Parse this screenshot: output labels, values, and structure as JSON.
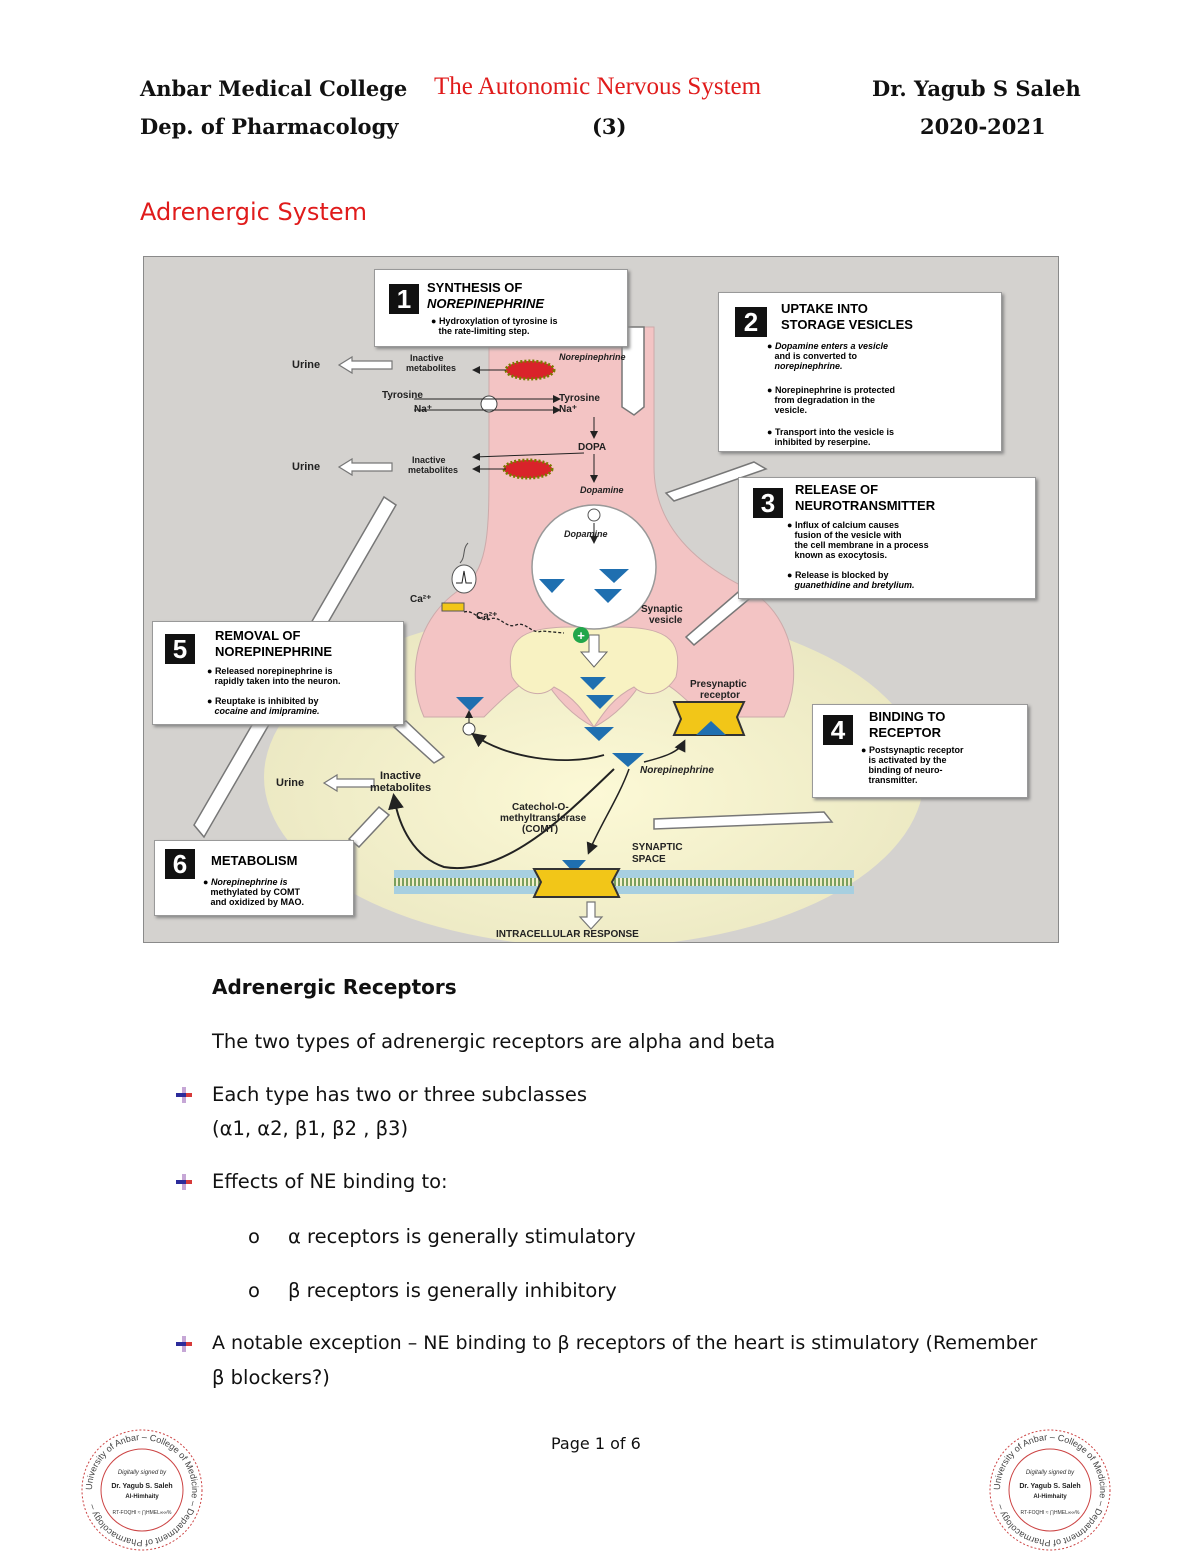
{
  "header": {
    "college": "Anbar Medical College",
    "department": "Dep. of Pharmacology",
    "course_title": "The Autonomic Nervous System",
    "lecture_number": "(3)",
    "author": "Dr. Yagub S Saleh",
    "year": "2020-2021"
  },
  "section_title": "Adrenergic System",
  "figure": {
    "box1": {
      "number": "1",
      "title1": "SYNTHESIS OF",
      "title2": "NOREPINEPHRINE",
      "bullets": [
        "Hydroxylation of tyrosine is",
        "the rate-limiting step."
      ]
    },
    "box2": {
      "number": "2",
      "title1": "UPTAKE INTO",
      "title2": "STORAGE VESICLES",
      "b1": [
        "Dopamine enters a vesicle",
        "and is converted to",
        "norepinephrine."
      ],
      "b2": [
        "Norepinephrine is protected",
        "from degradation in the",
        "vesicle."
      ],
      "b3": [
        "Transport into the vesicle is",
        "inhibited by reserpine."
      ]
    },
    "box3": {
      "number": "3",
      "title1": "RELEASE OF",
      "title2": "NEUROTRANSMITTER",
      "b1": [
        "Influx of calcium causes",
        "fusion of the vesicle with",
        "the cell membrane in a process",
        "known as exocytosis."
      ],
      "b2": [
        "Release is blocked by",
        "guanethidine and bretylium."
      ]
    },
    "box4": {
      "number": "4",
      "title1": "BINDING TO",
      "title2": "RECEPTOR",
      "b1": [
        "Postsynaptic receptor",
        "is activated by the",
        "binding of neuro-",
        "transmitter."
      ]
    },
    "box5": {
      "number": "5",
      "title1": "REMOVAL OF",
      "title2": "NOREPINEPHRINE",
      "b1": [
        "Released norepinephrine is",
        "rapidly taken into the neuron."
      ],
      "b2": [
        "Reuptake is inhibited by",
        "cocaine and imipramine."
      ]
    },
    "box6": {
      "number": "6",
      "title1": "METABOLISM",
      "b1": [
        "Norepinephrine is",
        "methylated by COMT",
        "and oxidized by MAO."
      ]
    },
    "labels": {
      "urine": "Urine",
      "inactive": "Inactive",
      "metabolites": "metabolites",
      "norepinephrine": "Norepinephrine",
      "tyrosine": "Tyrosine",
      "na": "Na⁺",
      "dopa": "DOPA",
      "dopamine": "Dopamine",
      "ca": "Ca²⁺",
      "synaptic": "Synaptic",
      "vesicle": "vesicle",
      "presynaptic": "Presynaptic",
      "receptor": "receptor",
      "comt1": "Catechol-O-",
      "comt2": "methyltransferase",
      "comt3": "(COMT)",
      "synaptic_space1": "SYNAPTIC",
      "synaptic_space2": "SPACE",
      "intracellular": "INTRACELLULAR RESPONSE",
      "plus": "+"
    }
  },
  "receptors": {
    "heading": "Adrenergic Receptors",
    "intro": "The two types of adrenergic receptors are alpha and beta",
    "bullet1_line1": "Each type has two or three subclasses",
    "bullet1_line2": "(α1, α2,  β1, β2 , β3)",
    "bullet2": "Effects of NE binding to:",
    "sub1": "α receptors is generally stimulatory",
    "sub2": "β receptors is generally inhibitory",
    "sub_marker": "o",
    "bullet3_line1": "A notable exception – NE binding to β receptors of the heart is stimulatory (Remember",
    "bullet3_line2": "β blockers?)"
  },
  "footer": {
    "page": "Page 1 of 6"
  },
  "stamp": {
    "ring": "University of Anbar – College of Medicine – Department of Pharmacology –",
    "line1": "Digitally signed by",
    "line2": "Dr. Yagub S. Saleh",
    "line3": "Al-Himhaity",
    "line4": "RT-FOQHI ≈ ∏HMEL∞∞%"
  },
  "colors": {
    "accent_red": "#e01b1b",
    "neuron_pink": "#f3c4c4",
    "space_yellow": "#faf6c8",
    "receptor_gold": "#f2c618",
    "ne_blue": "#1f6fb0"
  }
}
